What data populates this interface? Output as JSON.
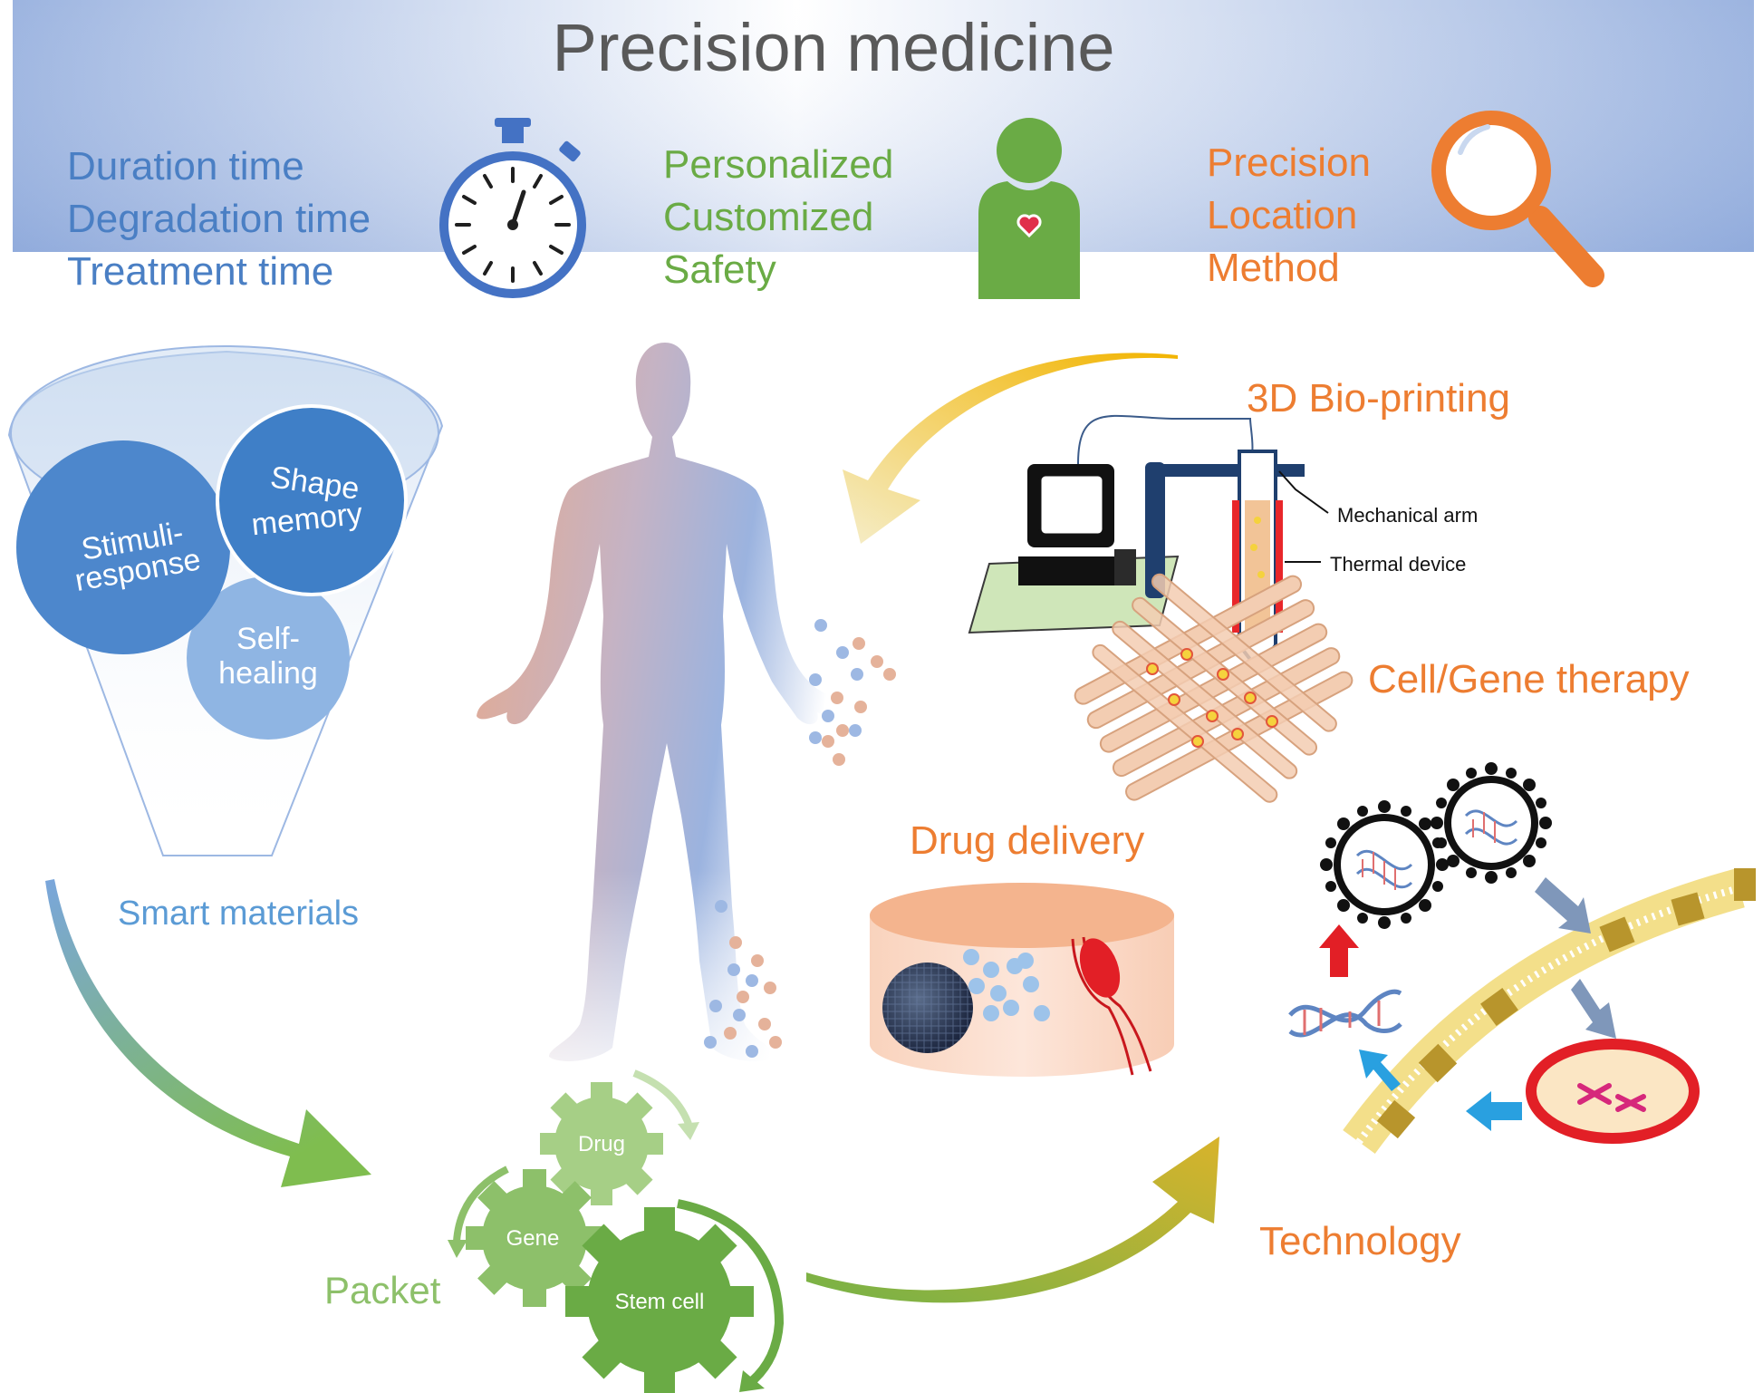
{
  "banner": {
    "title": "Precision medicine",
    "time_items": [
      "Duration time",
      "Degradation time",
      "Treatment time"
    ],
    "person_items": [
      "Personalized",
      "Customized",
      "Safety"
    ],
    "precision_items": [
      "Precision",
      "Location",
      "Method"
    ]
  },
  "smart_materials": {
    "label": "Smart materials",
    "shape_memory": [
      "Shape",
      "memory"
    ],
    "stimuli": [
      "Stimuli-",
      "response"
    ],
    "self_healing": [
      "Self-",
      "healing"
    ]
  },
  "bioprinting": {
    "title": "3D Bio-printing",
    "arm_label": "Mechanical arm",
    "thermal_label": "Thermal device",
    "cell_gene": "Cell/Gene therapy"
  },
  "drug_delivery": {
    "title": "Drug delivery"
  },
  "packet": {
    "label": "Packet",
    "drug": "Drug",
    "gene": "Gene",
    "stem_cell": "Stem cell"
  },
  "technology": {
    "label": "Technology"
  },
  "colors": {
    "blue_text": "#4a7fc4",
    "green_text": "#6aab45",
    "orange_text": "#ed7d31",
    "title_gray": "#595959",
    "light_blue_text": "#5b9bd5"
  }
}
